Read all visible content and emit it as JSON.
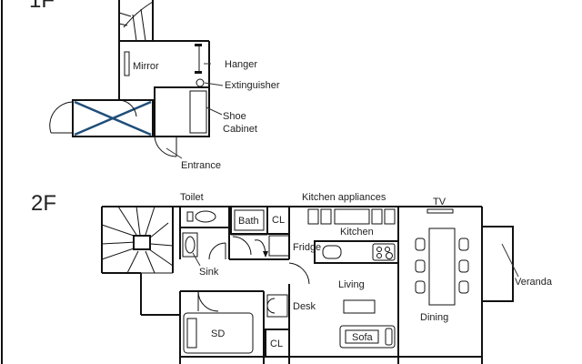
{
  "floors": {
    "first": "1F",
    "second": "2F"
  },
  "labels_1f": {
    "mirror": "Mirror",
    "hanger": "Hanger",
    "extinguisher": "Extinguisher",
    "shoe_cabinet_line1": "Shoe",
    "shoe_cabinet_line2": "Cabinet",
    "entrance": "Entrance"
  },
  "labels_2f": {
    "toilet": "Toilet",
    "kitchen_appliances": "Kitchen appliances",
    "tv": "TV",
    "bath": "Bath",
    "closet_top": "CL",
    "kitchen": "Kitchen",
    "fridge": "Fridge",
    "sink": "Sink",
    "living": "Living",
    "veranda": "Veranda",
    "desk": "Desk",
    "sd": "SD",
    "sofa": "Sofa",
    "dining": "Dining",
    "closet_bottom": "CL"
  },
  "colors": {
    "lines": "#111111",
    "blocked_entry": "#1f4e79"
  }
}
